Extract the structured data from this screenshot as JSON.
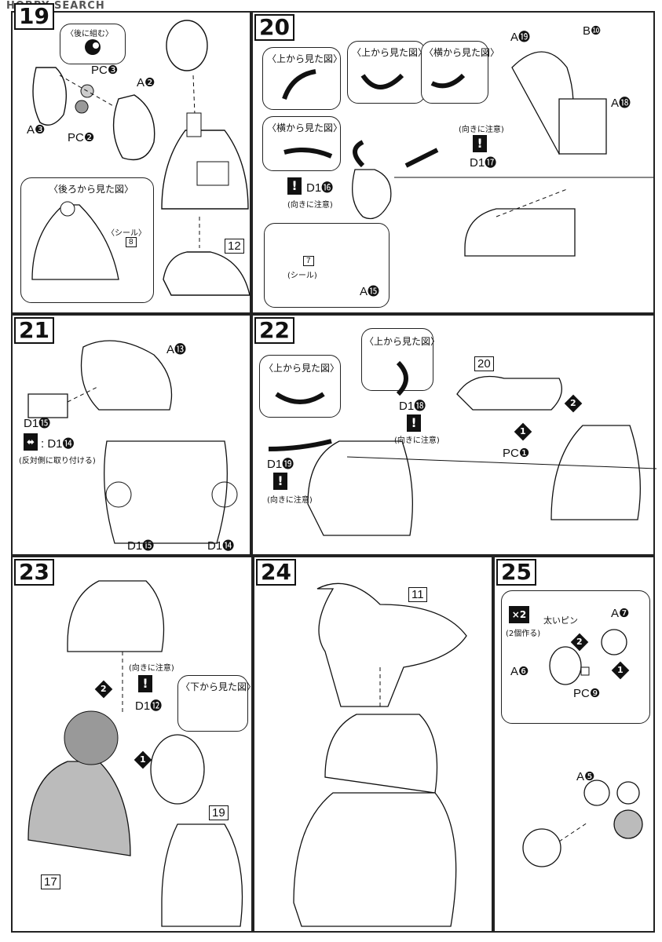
{
  "watermark": "HOBBY SEARCH",
  "steps": [
    {
      "number": "19",
      "labels": {
        "back_view_combine": "〈後に組む〉",
        "pc3": "PC❸",
        "a2": "A❷",
        "a3": "A❸",
        "pc2": "PC❷",
        "back_view": "〈後ろから見た図〉",
        "sticker": "〈シール〉",
        "sticker_num": "8",
        "ref": "12"
      }
    },
    {
      "number": "20",
      "labels": {
        "top_view_1": "〈上から見た図〉",
        "side_view_1": "〈横から見た図〉",
        "top_view_2": "〈上から見た図〉",
        "side_view_2": "〈横から見た図〉",
        "mind_dir_1": "(向きに注意)",
        "d117": "D1⓱",
        "d116": "D1⓰",
        "mind_dir_2": "(向きに注意)",
        "sticker": "(シール)",
        "sticker_num": "7",
        "a15": "A⓯",
        "a19": "A⓳",
        "b10": "B❿",
        "a18": "A⓲"
      }
    },
    {
      "number": "21",
      "labels": {
        "a13": "A⓭",
        "d115": "D1⓯",
        "d114": ": D1⓮",
        "opposite": "(反対側に取り付ける)",
        "d115b": "D1⓯",
        "d114b": "D1⓮"
      }
    },
    {
      "number": "22",
      "labels": {
        "top_view_1": "〈上から見た図〉",
        "top_view_2": "〈上から見た図〉",
        "d118": "D1⓲",
        "mind_dir_1": "(向きに注意)",
        "d119": "D1⓳",
        "mind_dir_2": "(向きに注意)",
        "ref": "20",
        "pc1": "PC❶",
        "step1": "1",
        "step2": "2"
      }
    },
    {
      "number": "23",
      "labels": {
        "mind_dir": "(向きに注意)",
        "bottom_view": "〈下から見た図〉",
        "d112": "D1⓬",
        "ref19": "19",
        "ref17": "17",
        "step1": "1",
        "step2": "2"
      }
    },
    {
      "number": "24",
      "labels": {
        "ref11": "11"
      }
    },
    {
      "number": "25",
      "labels": {
        "times2": "×2",
        "make2": "(2個作る)",
        "thick_pin": "太いピン",
        "a7": "A❼",
        "a6": "A❻",
        "pc9": "PC❾",
        "a5": "A❺",
        "step1": "1",
        "step2": "2"
      }
    }
  ]
}
